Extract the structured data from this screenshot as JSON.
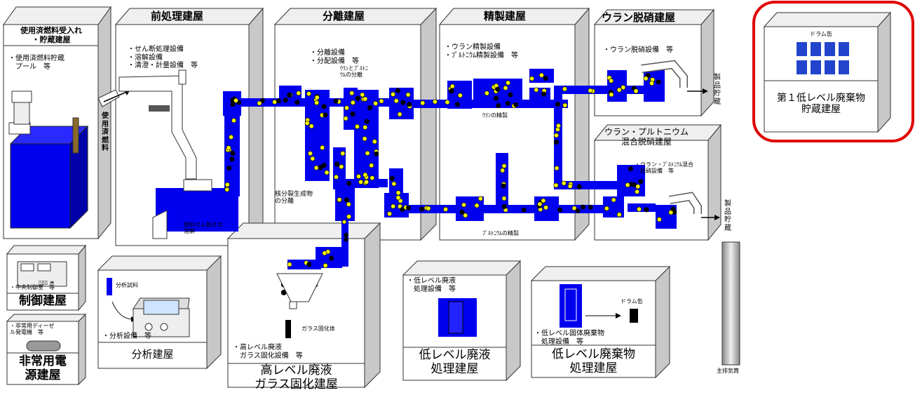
{
  "colors": {
    "pipe": "#0000ee",
    "wall": "#d9d9d9",
    "outline": "#333333",
    "particle": "#f2f200",
    "highlight": "#e00000"
  },
  "buildings": {
    "receiving": {
      "title": "使用済燃料受入れ\n・貯蔵建屋",
      "equip": "・使用済燃料貯蔵\n　プール　等"
    },
    "head_end": {
      "title": "前処理建屋",
      "equip": "・せん断処理設備\n・溶解設備\n・清澄・計量設備　等"
    },
    "separation": {
      "title": "分離建屋",
      "equip": "・分離設備\n・分配設備　等"
    },
    "purification": {
      "title": "精製建屋",
      "equip": "・ウラン精製設備\n・ﾌﾟﾙﾄﾆｳﾑ精製設備　等"
    },
    "u_denitration": {
      "title": "ウラン脱硝建屋",
      "equip": "・ウラン脱硝設備　等"
    },
    "mox": {
      "title": "ウラン・プルトニウム\n混合脱硝建屋",
      "equip": "・ウラン・ﾌﾟﾙﾄﾆｳﾑ混合\n　脱硝設備　等"
    },
    "control": {
      "title": "制御建屋",
      "equip": "・中央制御室　等"
    },
    "emergency": {
      "title": "非常用電\n源建屋",
      "equip": "・非常用ディーゼ\nル発電機　等"
    },
    "analysis": {
      "title": "分析建屋",
      "equip": "・分析設備　等",
      "sample": "分析試料"
    },
    "hlw": {
      "title": "高レベル廃液\nガラス固化建屋",
      "equip": "・高レベル廃液\n　ガラス固化設備　等",
      "glass": "ガラス固化体"
    },
    "llw_liquid": {
      "title": "低レベル廃液\n処理建屋",
      "equip": "・低レベル廃液\n　処理設備　等"
    },
    "llw_solid": {
      "title": "低レベル廃棄物\n処理建屋",
      "equip": "・低レベル固体廃棄物\n　処理設備　等",
      "drum": "ドラム缶"
    },
    "llw_storage": {
      "title": "第１低レベル廃棄物\n貯蔵建屋",
      "drum": "ドラム缶"
    }
  },
  "labels": {
    "spent_fuel": "使\n用\n済\n燃\n料",
    "u_pu_sep": "ｳﾗﾝとﾌﾟﾙﾄﾆ\nｳﾑの分離",
    "u_purif": "ｳﾗﾝの精製",
    "pu_purif": "ﾌﾟﾙﾄﾆｳﾑの精製",
    "fp_sep": "核分裂生成物\nの分離",
    "dissolution": "燃料せん断片の\n溶解",
    "product1": "製\n品\n貯\n蔵",
    "product2": "製\n品\n貯\n蔵",
    "stack": "主排気筒"
  }
}
